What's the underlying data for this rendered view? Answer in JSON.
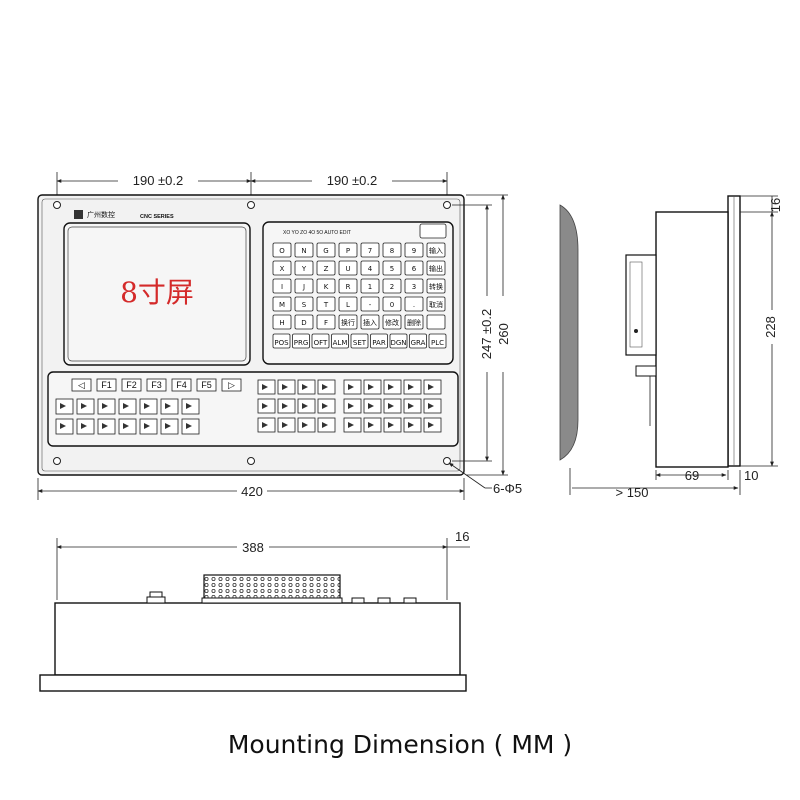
{
  "front_view": {
    "brand_label": "广州数控",
    "series_label": "CNC SERIES",
    "screen_label": "8寸屏",
    "mode_row": "XO YO ZO 4O 5O AUTO EDIT",
    "width_dim": "420",
    "half_width_left": "190 ±0.2",
    "half_width_right": "190 ±0.2",
    "hole_height_dim": "247 ±0.2",
    "height_dim": "260",
    "hole_note": "6-Φ5",
    "function_keys": [
      "◁",
      "F1",
      "F2",
      "F3",
      "F4",
      "F5",
      "▷"
    ],
    "keypad": [
      [
        "O",
        "N",
        "G",
        "P",
        "7",
        "8",
        "9",
        "输入"
      ],
      [
        "X",
        "Y",
        "Z",
        "U",
        "4",
        "5",
        "6",
        "输出"
      ],
      [
        "I",
        "J",
        "K",
        "R",
        "1",
        "2",
        "3",
        "转换"
      ],
      [
        "M",
        "S",
        "T",
        "L",
        "-",
        "0",
        ".",
        "取消"
      ],
      [
        "H",
        "D",
        "F",
        "换行",
        "插入",
        "修改",
        "删除",
        ""
      ]
    ],
    "page_keys": [
      "POS",
      "PRG",
      "OFT",
      "ALM",
      "SET",
      "PAR",
      "DGN",
      "GRA",
      "PLC"
    ]
  },
  "side_view": {
    "top_dim": "16",
    "height_dim": "228",
    "depth_dim": "> 150",
    "body_dim": "69",
    "flange_dim": "10"
  },
  "top_view": {
    "width_dim": "388",
    "thickness_dim": "16"
  },
  "caption": "Mounting Dimension ( MM )"
}
